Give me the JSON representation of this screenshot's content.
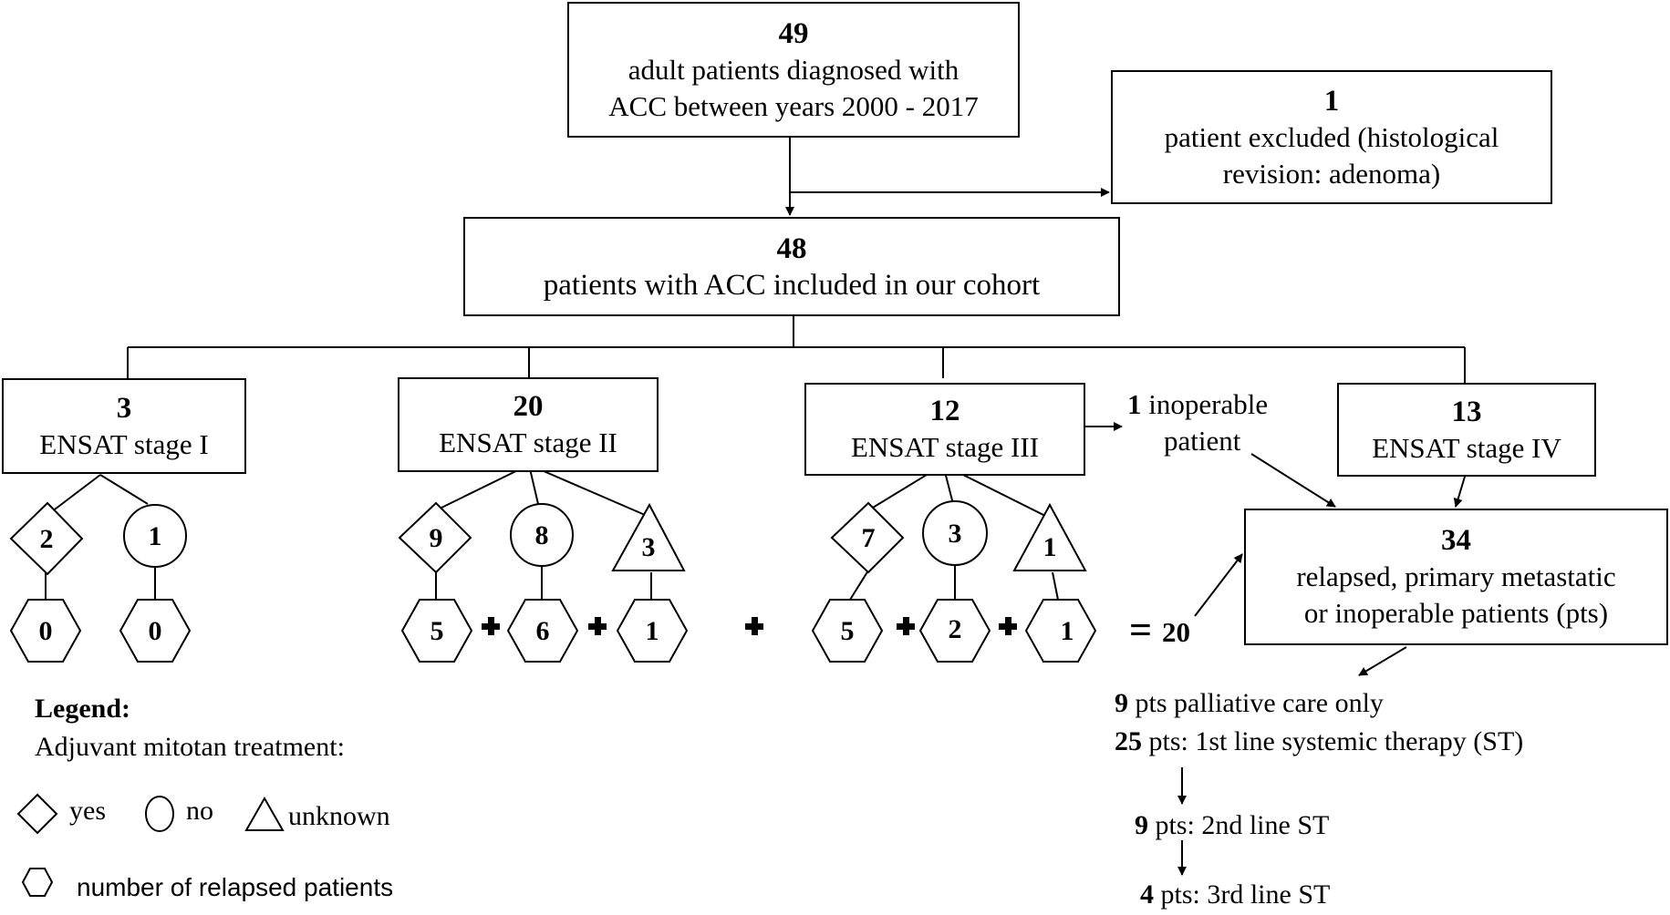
{
  "boxes": {
    "total": {
      "number": "49",
      "line1": "adult patients diagnosed with",
      "line2": "ACC between years 2000 - 2017"
    },
    "excluded": {
      "number": "1",
      "line1": "patient excluded (histological",
      "line2": "revision: adenoma)"
    },
    "included": {
      "number": "48",
      "line1": "patients with ACC included in our cohort"
    },
    "stage1": {
      "number": "3",
      "label": "ENSAT stage I"
    },
    "stage2": {
      "number": "20",
      "label": "ENSAT stage II"
    },
    "stage3": {
      "number": "12",
      "label": "ENSAT stage III"
    },
    "stage4": {
      "number": "13",
      "label": "ENSAT stage IV"
    },
    "relapsed": {
      "number": "34",
      "line1": "relapsed, primary metastatic",
      "line2": "or inoperable patients (pts)"
    }
  },
  "inoperable": {
    "number": "1",
    "line1": "inoperable",
    "line2": "patient"
  },
  "stage_breakdown": {
    "stage1": {
      "yes": "2",
      "no": "1",
      "yes_relapsed": "0",
      "no_relapsed": "0"
    },
    "stage2": {
      "yes": "9",
      "no": "8",
      "unknown": "3",
      "yes_relapsed": "5",
      "no_relapsed": "6",
      "unknown_relapsed": "1"
    },
    "stage3": {
      "yes": "7",
      "no": "3",
      "unknown": "1",
      "yes_relapsed": "5",
      "no_relapsed": "2",
      "unknown_relapsed": "1"
    }
  },
  "sum": {
    "equals": "=",
    "total": "20"
  },
  "treatment": {
    "palliative": {
      "number": "9",
      "text": "pts palliative care only"
    },
    "first_line": {
      "number": "25",
      "text": "pts: 1st line systemic therapy (ST)"
    },
    "second_line": {
      "number": "9",
      "text": "pts:  2nd line ST"
    },
    "third_line": {
      "number": "4",
      "text": "pts:  3rd line ST"
    }
  },
  "legend": {
    "title": "Legend:",
    "subtitle": "Adjuvant mitotan treatment:",
    "yes": "yes",
    "no": "no",
    "unknown": "unknown",
    "relapsed": "number of relapsed patients"
  }
}
